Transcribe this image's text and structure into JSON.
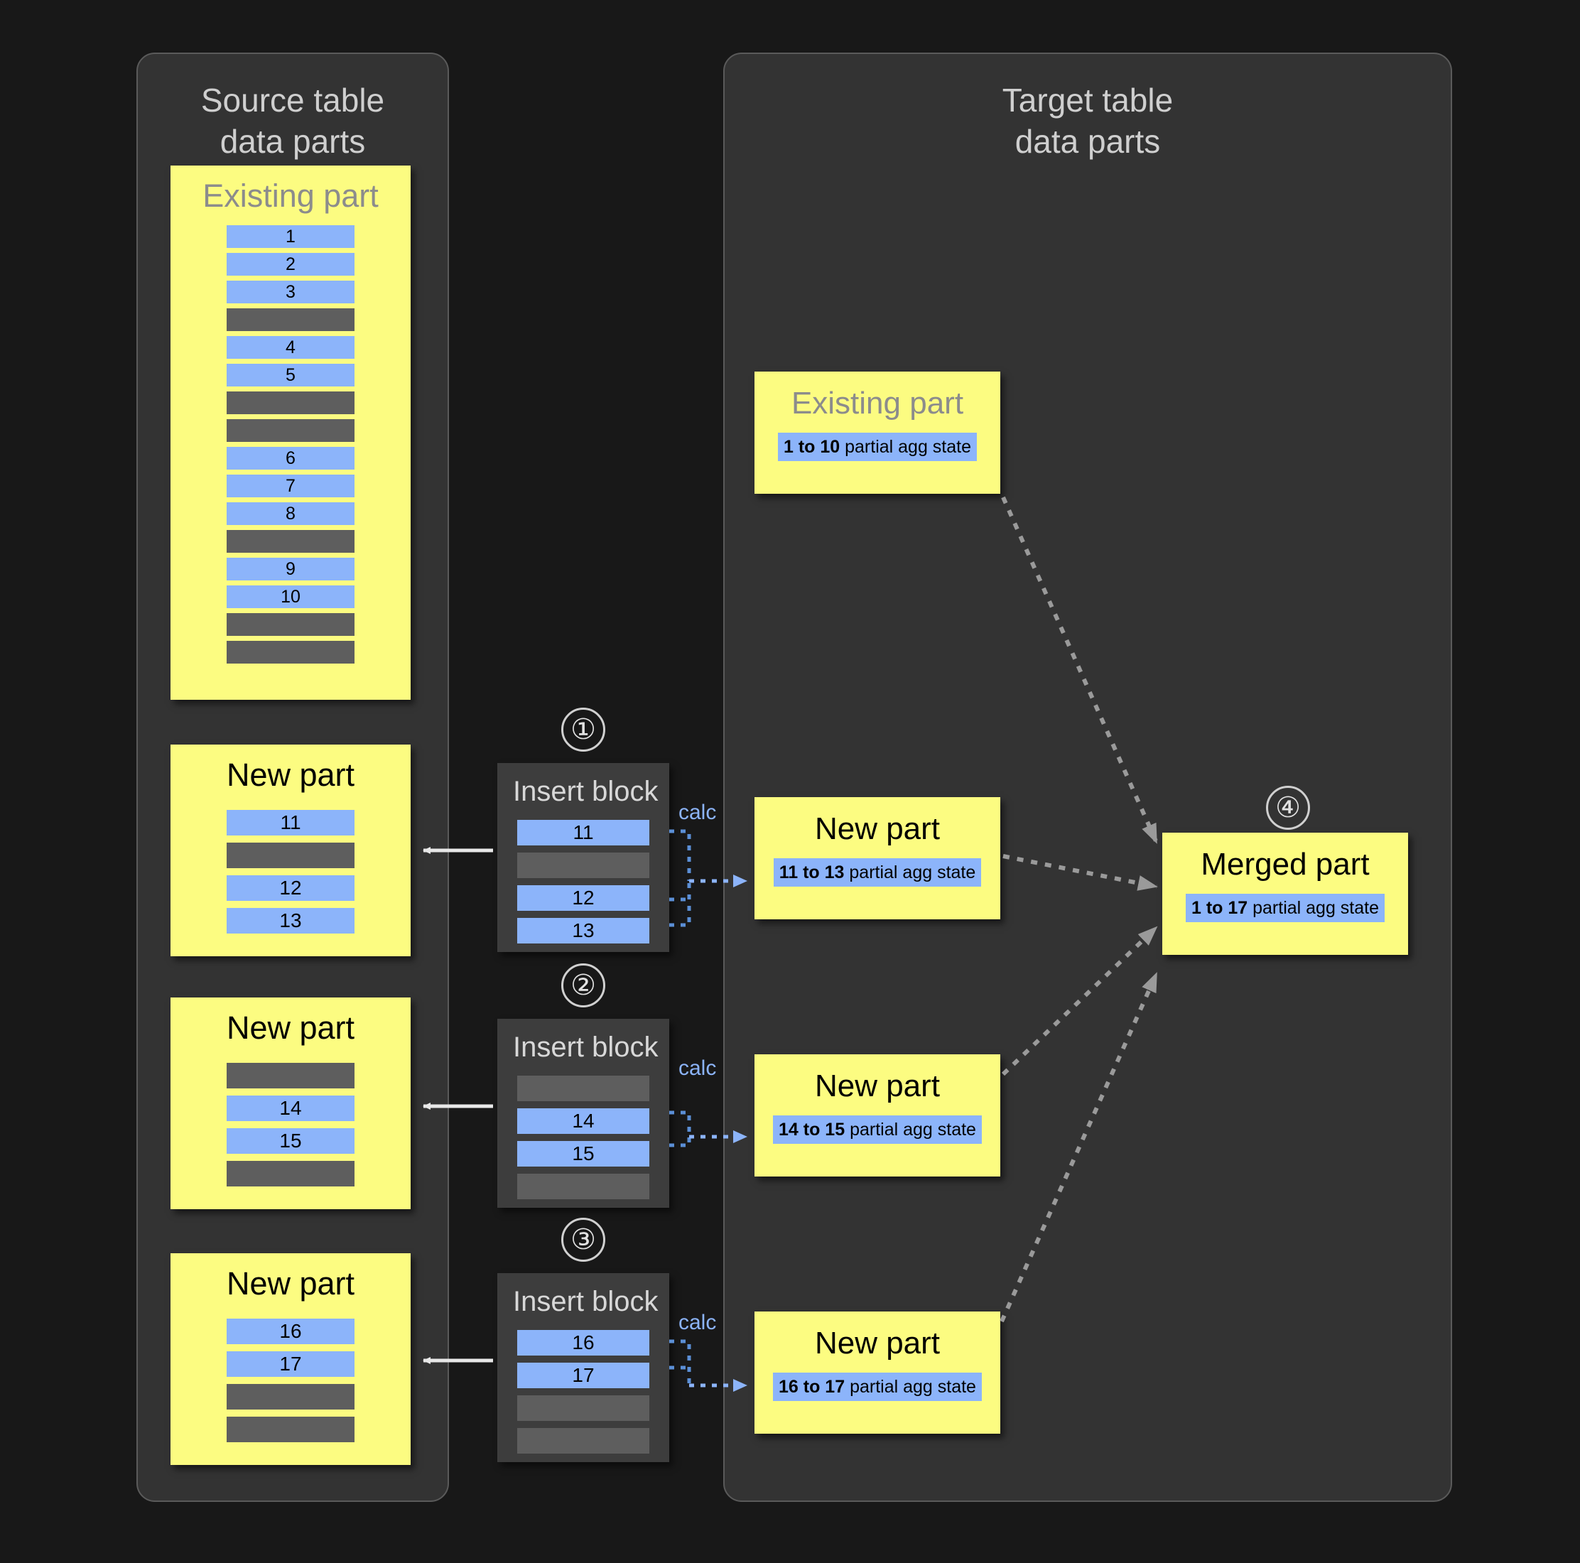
{
  "panels": {
    "source": {
      "title": "Source table\ndata parts"
    },
    "target": {
      "title": "Target table\ndata parts"
    }
  },
  "labels": {
    "existing_part": "Existing part",
    "new_part": "New part",
    "merged_part": "Merged part",
    "insert_block": "Insert block",
    "calc": "calc"
  },
  "steps": {
    "one": "①",
    "two": "②",
    "three": "③",
    "four": "④"
  },
  "source_parts": {
    "existing": {
      "title": "Existing part",
      "rows": [
        "1",
        "2",
        "3",
        "",
        "4",
        "5",
        "",
        "",
        "6",
        "7",
        "8",
        "",
        "9",
        "10",
        "",
        ""
      ]
    },
    "new_parts": [
      {
        "title": "New part",
        "rows": [
          "11",
          "",
          "12",
          "13"
        ]
      },
      {
        "title": "New part",
        "rows": [
          "",
          "14",
          "15",
          ""
        ]
      },
      {
        "title": "New part",
        "rows": [
          "16",
          "17",
          "",
          ""
        ]
      }
    ]
  },
  "insert_blocks": [
    {
      "step": "①",
      "title": "Insert block",
      "rows": [
        "11",
        "",
        "12",
        "13"
      ],
      "calc": "calc"
    },
    {
      "step": "②",
      "title": "Insert block",
      "rows": [
        "",
        "14",
        "15",
        ""
      ],
      "calc": "calc"
    },
    {
      "step": "③",
      "title": "Insert block",
      "rows": [
        "16",
        "17",
        "",
        ""
      ],
      "calc": "calc"
    }
  ],
  "target_parts": {
    "existing": {
      "title": "Existing part",
      "state_range": "1 to 10",
      "state_text": " partial agg state"
    },
    "new_parts": [
      {
        "title": "New part",
        "state_range": "11 to 13",
        "state_text": " partial agg state"
      },
      {
        "title": "New part",
        "state_range": "14 to 15",
        "state_text": " partial agg state"
      },
      {
        "title": "New part",
        "state_range": "16 to 17",
        "state_text": " partial agg state"
      }
    ],
    "merged": {
      "step": "④",
      "title": "Merged part",
      "state_range": "1 to 17",
      "state_text": " partial agg state"
    }
  },
  "colors": {
    "background": "#181818",
    "panel": "#333333",
    "panel_border": "#5a5a5a",
    "card_yellow": "#fcfc81",
    "row_blue": "#8cb4fa",
    "row_gray": "#5e5e5e",
    "insert_block": "#3d3d3d",
    "title_gray": "#8c8c8c",
    "panel_title": "#cfcfcf",
    "calc_blue": "#8cb4fa",
    "arrow_gray": "#9a9a9a",
    "arrow_white": "#e8e8e8"
  }
}
